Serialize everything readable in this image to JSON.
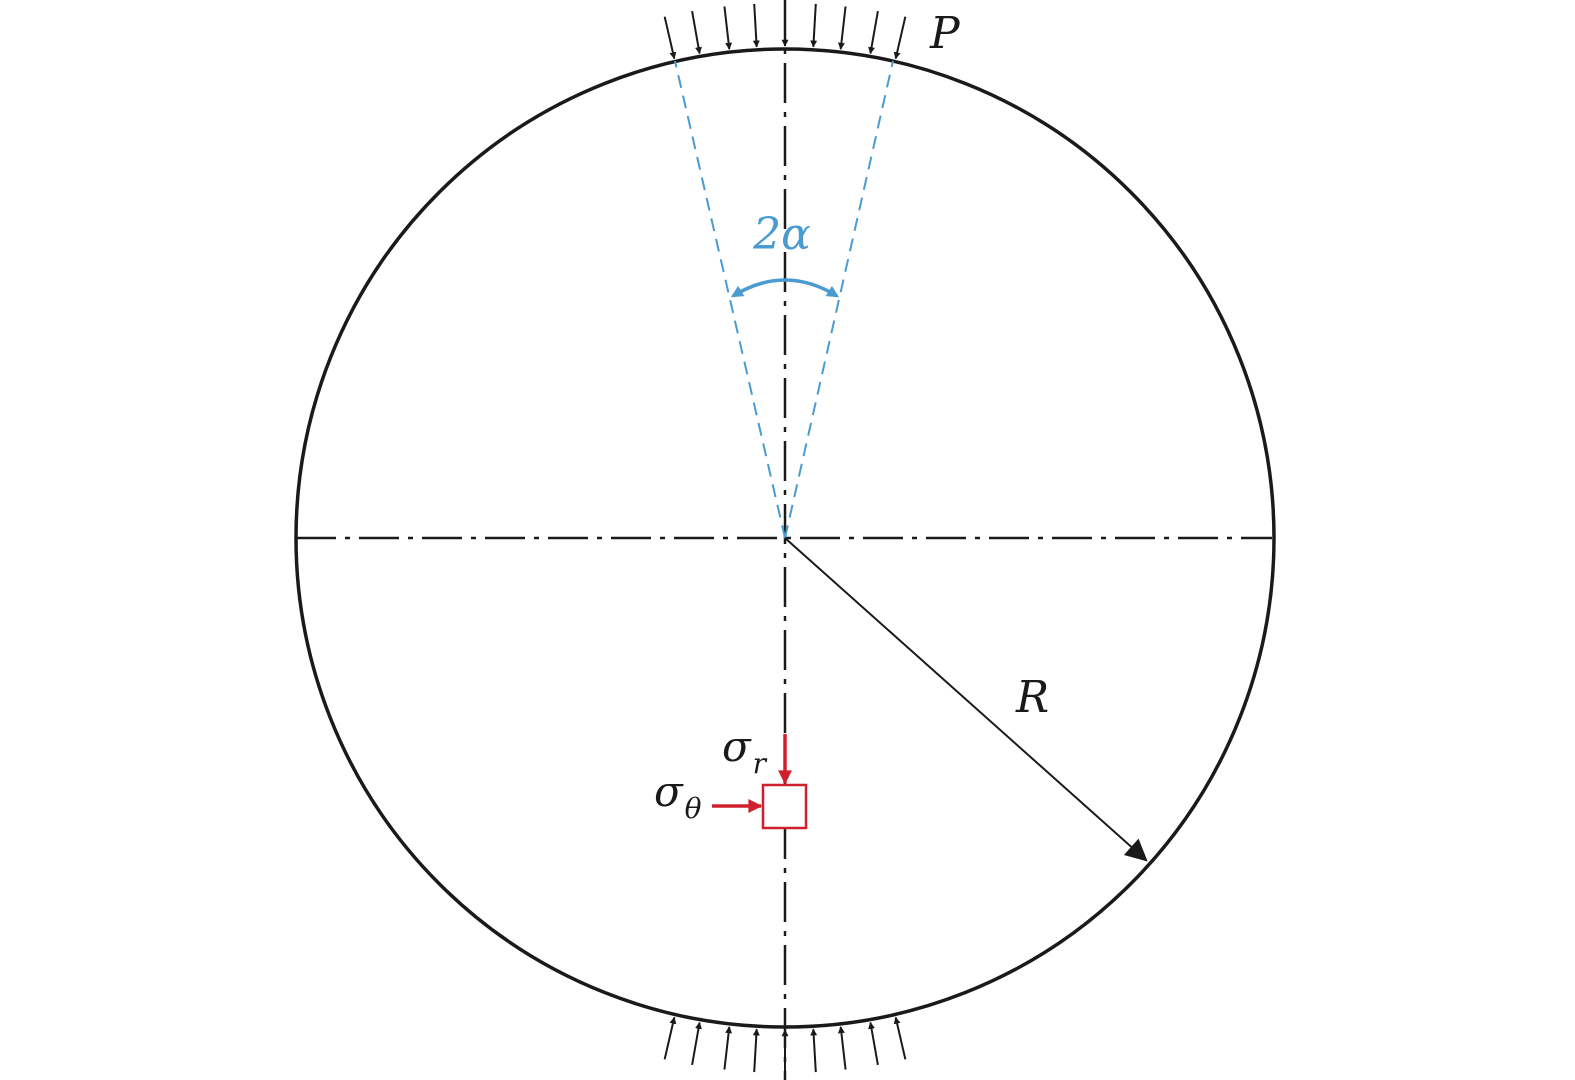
{
  "labels": {
    "load": "P",
    "angle": "2α",
    "radius": "R",
    "radial_stress_base": "σ",
    "radial_stress_sub": "r",
    "hoop_stress_base": "σ",
    "hoop_stress_sub": "θ"
  },
  "colors": {
    "outline": "#1a1a1a",
    "angle": "#4a9bd1",
    "stress": "#d0202e",
    "background": "#ffffff"
  },
  "icons": {
    "load_arrows": "arrow-icon",
    "angle_arc": "double-arrow-arc-icon",
    "radius_arrow": "arrow-icon",
    "stress_arrows": "arrow-icon"
  }
}
